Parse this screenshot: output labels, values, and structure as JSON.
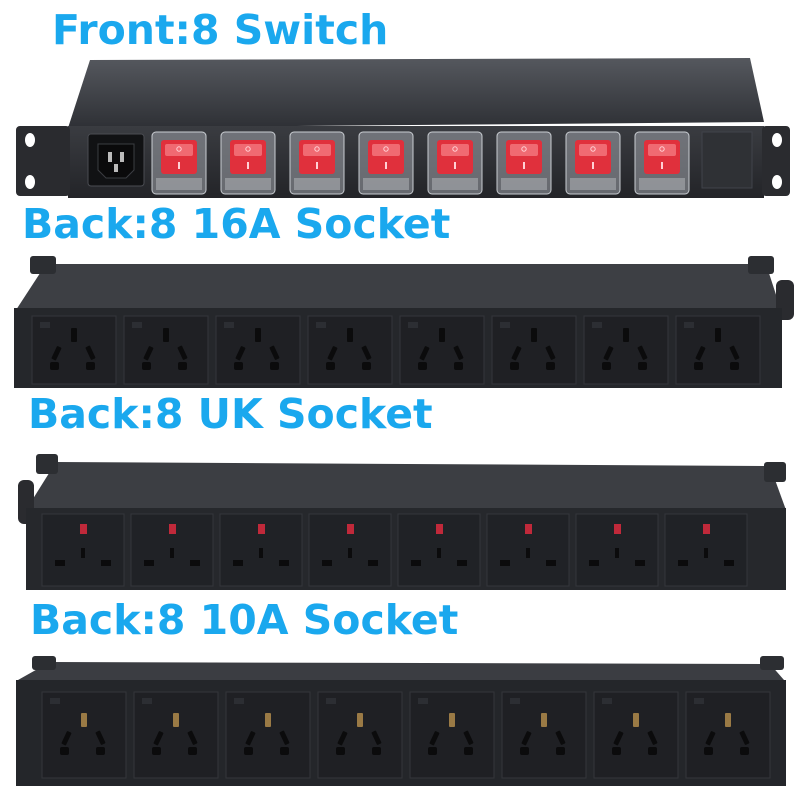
{
  "captions": {
    "front_switch": "Front:8 Switch",
    "back_16a": "Back:8 16A Socket",
    "back_uk": "Back:8 UK Socket",
    "back_10a": "Back:8 10A Socket"
  },
  "units": {
    "switch_count": 8,
    "socket_16a_count": 8,
    "socket_uk_count": 8,
    "socket_10a_count": 8
  },
  "colors": {
    "caption": "#1aa8ee",
    "chassis": "#2b2d31",
    "switch_red": "#e0303c"
  },
  "icons": [
    "iec-inlet-icon",
    "rocker-switch-icon",
    "universal-socket-icon",
    "uk-socket-icon"
  ]
}
